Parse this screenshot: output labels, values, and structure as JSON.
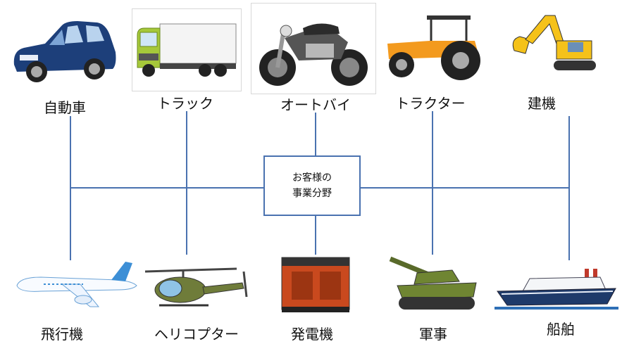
{
  "center": {
    "line1": "お客様の",
    "line2": "事業分野"
  },
  "top_items": [
    {
      "label": "自動車",
      "icon": "car-icon"
    },
    {
      "label": "トラック",
      "icon": "truck-icon"
    },
    {
      "label": "オートバイ",
      "icon": "motorcycle-icon"
    },
    {
      "label": "トラクター",
      "icon": "tractor-icon"
    },
    {
      "label": "建機",
      "icon": "excavator-icon"
    }
  ],
  "bottom_items": [
    {
      "label": "飛行機",
      "icon": "airplane-icon"
    },
    {
      "label": "ヘリコプター",
      "icon": "helicopter-icon"
    },
    {
      "label": "発電機",
      "icon": "generator-icon"
    },
    {
      "label": "軍事",
      "icon": "tank-icon"
    },
    {
      "label": "船舶",
      "icon": "ship-icon"
    }
  ],
  "colors": {
    "line": "#4a72b0"
  }
}
